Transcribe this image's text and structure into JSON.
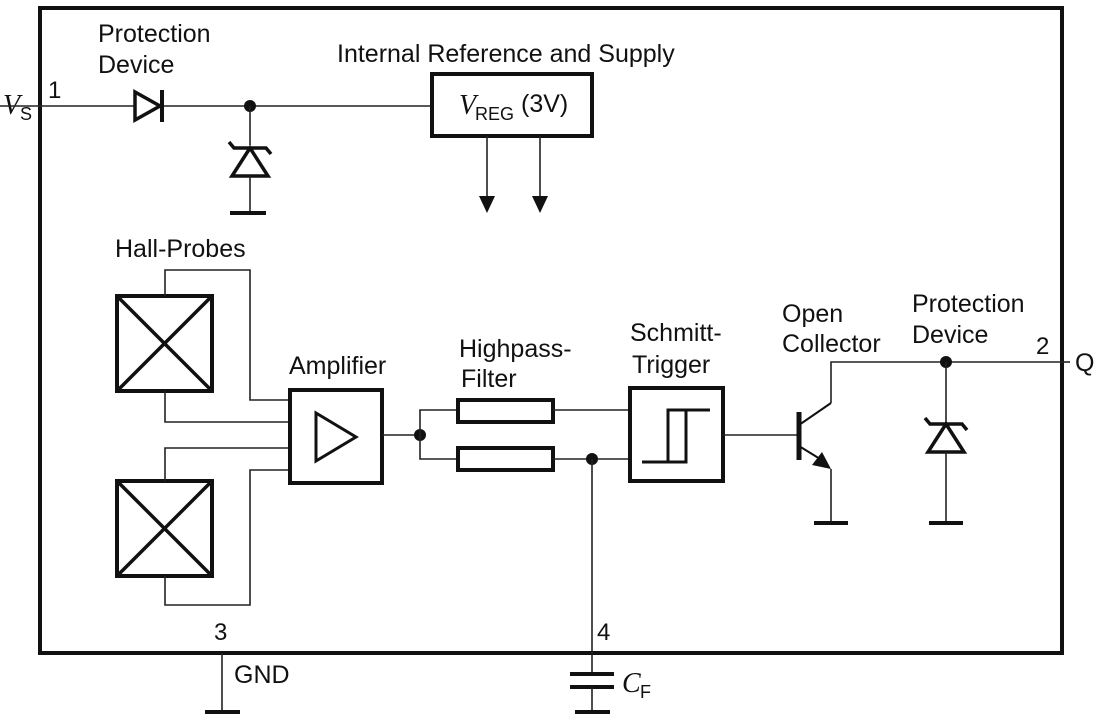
{
  "pins": {
    "vs_label": "V",
    "vs_sub": "S",
    "pin1": "1",
    "pin2": "2",
    "q_label": "Q",
    "pin3": "3",
    "gnd_label": "GND",
    "pin4": "4",
    "cf_label": "C",
    "cf_sub": "F"
  },
  "blocks": {
    "protection_device_top": [
      "Protection",
      "Device"
    ],
    "internal_reference": "Internal Reference and Supply",
    "vreg_v": "V",
    "vreg_sub": "REG",
    "vreg_value": "(3V)",
    "hall_probes": "Hall-Probes",
    "amplifier": "Amplifier",
    "highpass_filter": [
      "Highpass-",
      "Filter"
    ],
    "schmitt_trigger": [
      "Schmitt-",
      "Trigger"
    ],
    "open_collector": [
      "Open",
      "Collector"
    ],
    "protection_device_right": [
      "Protection",
      "Device"
    ]
  }
}
